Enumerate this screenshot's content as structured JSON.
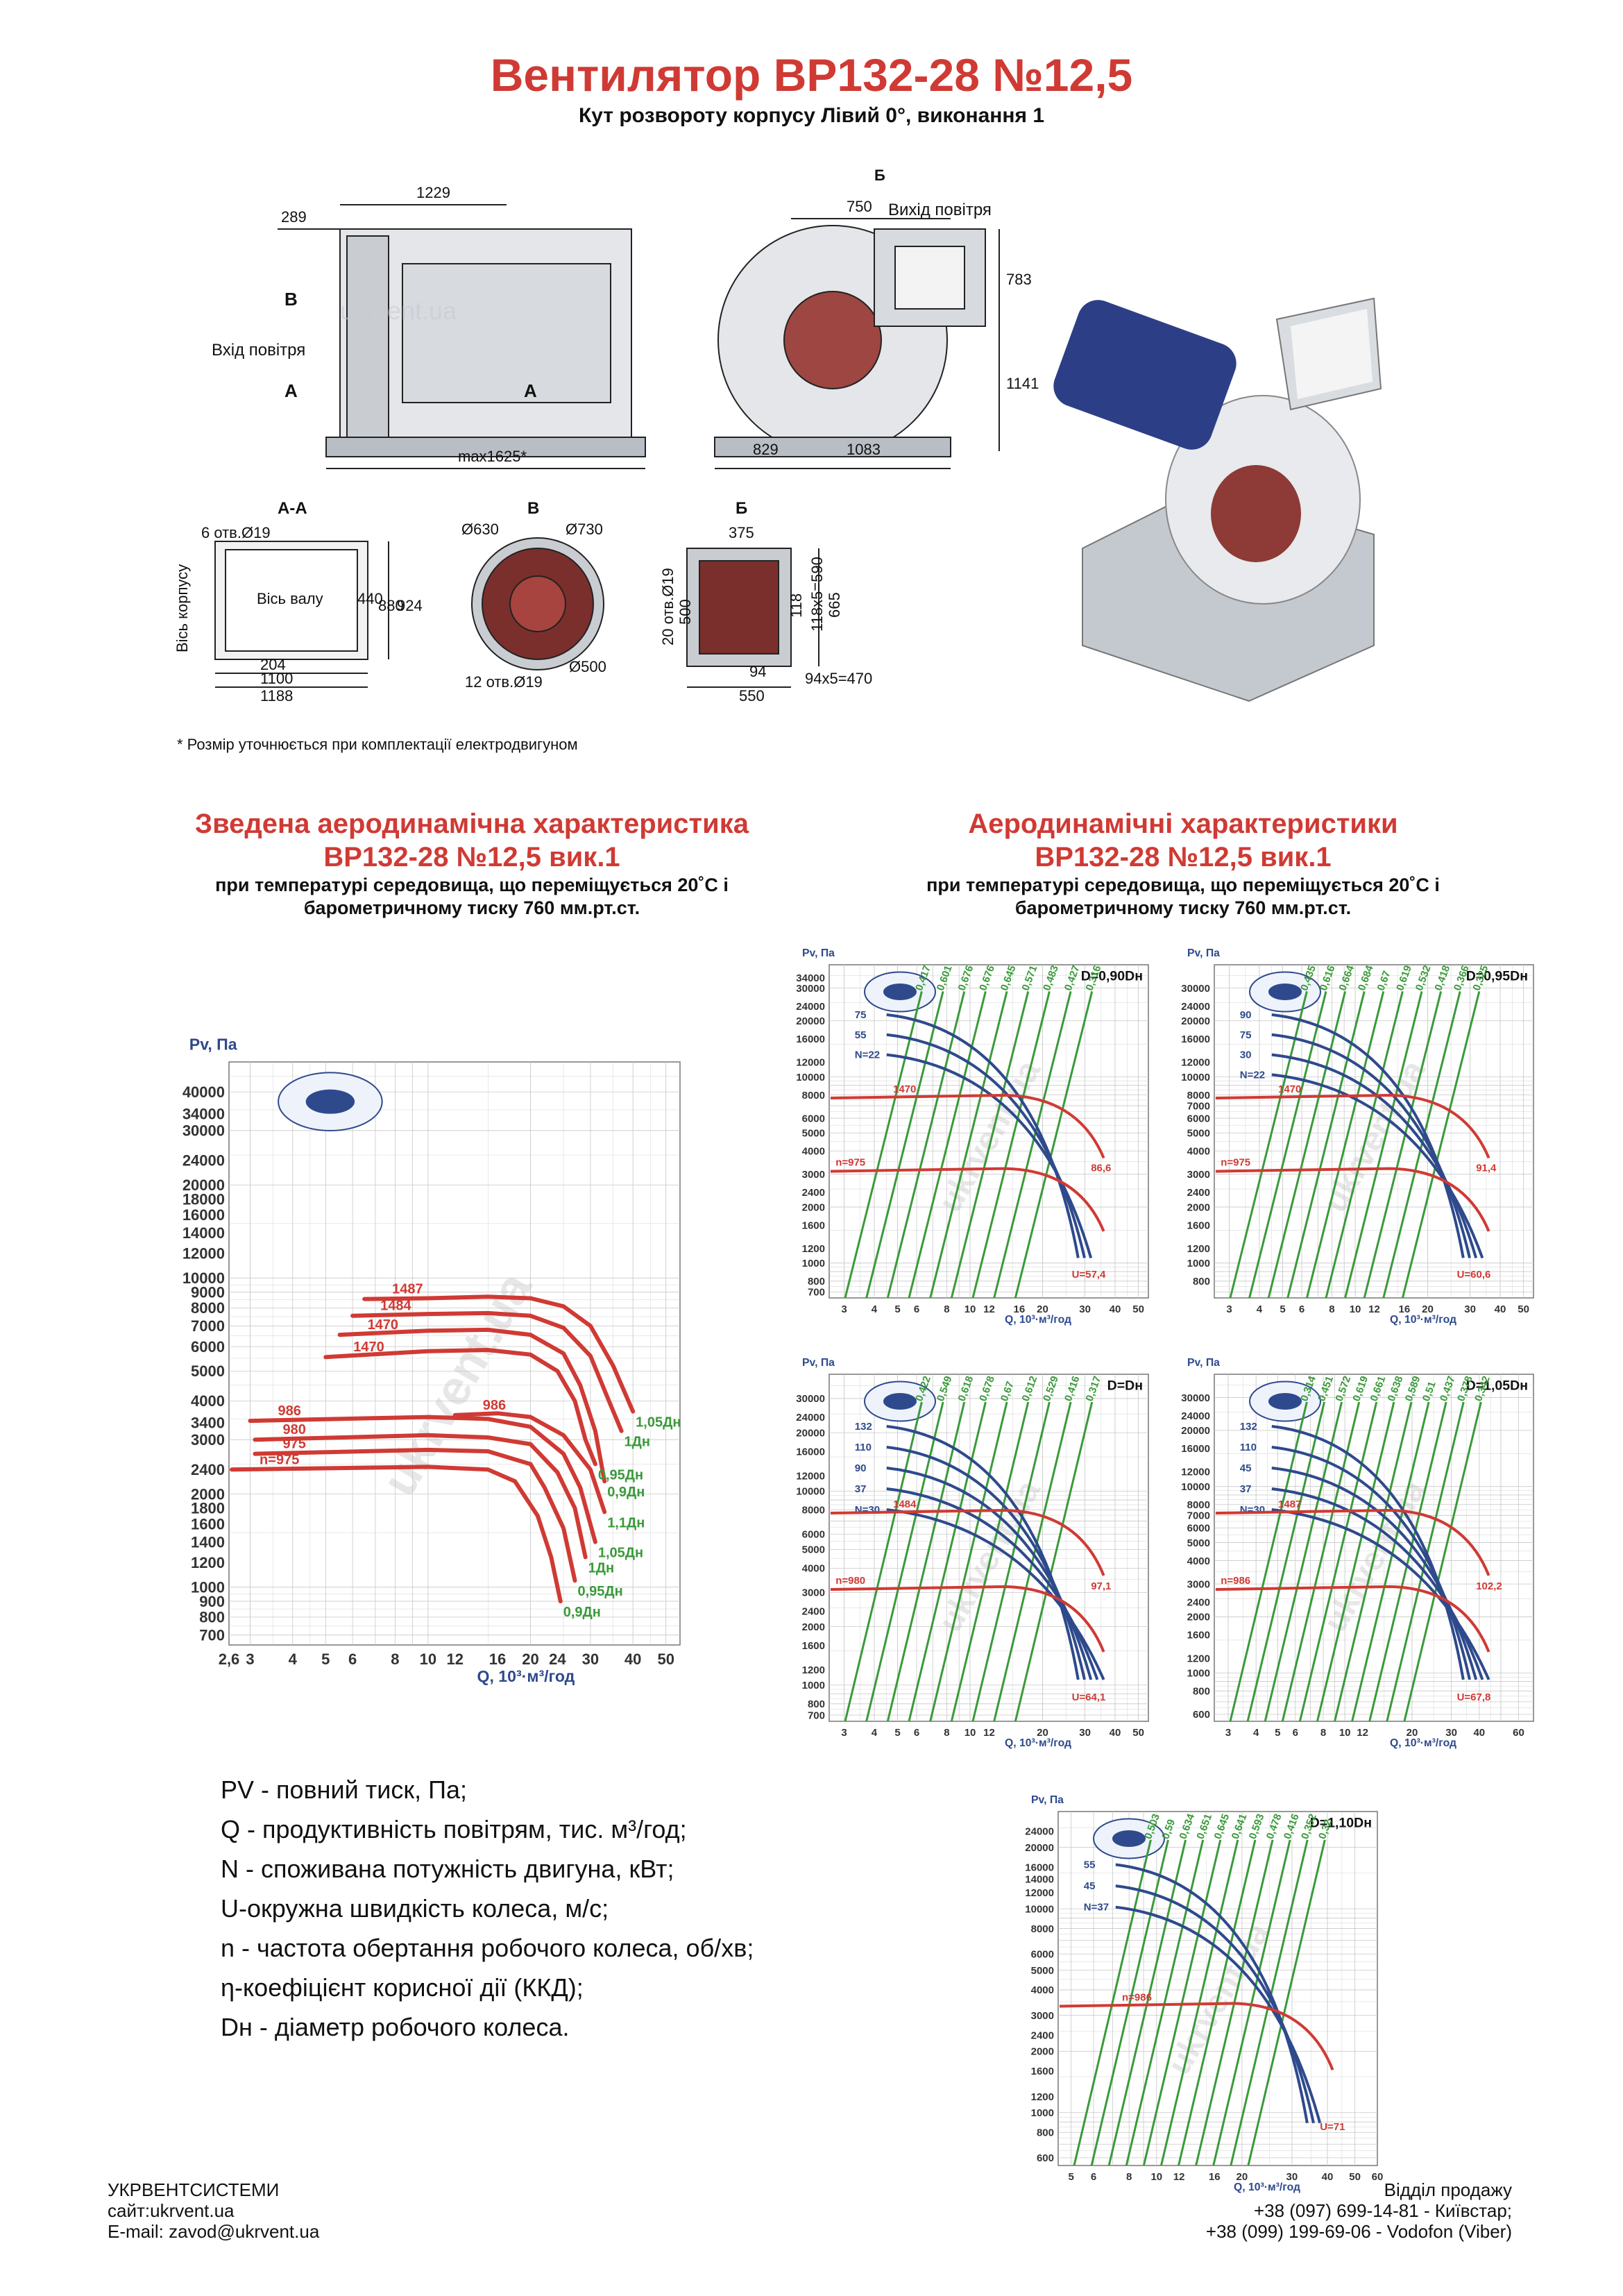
{
  "header": {
    "title": "Вентилятор ВР132-28 №12,5",
    "subtitle": "Кут розвороту корпусу Лівий 0°, виконання 1"
  },
  "drawing": {
    "dim_1229": "1229",
    "dim_289": "289",
    "dim_750": "750",
    "dim_783": "783",
    "dim_1141": "1141",
    "dim_829": "829",
    "dim_1083": "1083",
    "dim_max1625": "max1625*",
    "label_b_top": "Б",
    "label_air_out": "Вихід повітря",
    "label_v": "В",
    "label_air_in": "Вхід повітря",
    "label_a_left": "А",
    "label_a_right": "А",
    "section_aa": "А-А",
    "section_v": "В",
    "section_b": "Б",
    "holes_6": "6 отв.Ø19",
    "axis_body": "Вісь корпусу",
    "axis_shaft": "Вісь валу",
    "dim_440": "440",
    "dim_880": "880",
    "dim_924": "924",
    "dim_204": "204",
    "dim_1100": "1100",
    "dim_1188": "1188",
    "d630": "Ø630",
    "d730": "Ø730",
    "d500": "Ø500",
    "holes_12": "12 отв.Ø19",
    "holes_20": "20 отв.Ø19",
    "dim_375": "375",
    "dim_500": "500",
    "dim_118": "118",
    "dim_118x5": "118x5=590",
    "dim_665": "665",
    "dim_94": "94",
    "dim_94x5": "94x5=470",
    "dim_550": "550",
    "watermark": "ukrvent.ua",
    "note": "* Розмір уточнюється при комплектації електродвигуном"
  },
  "summary_chart": {
    "title_line1": "Зведена аеродинамічна характеристика",
    "title_line2": "ВР132-28 №12,5 вик.1",
    "cond_line1": "при температурі середовища, що переміщується 20˚С і",
    "cond_line2": "барометричному тиску 760 мм.рт.ст."
  },
  "detail_charts": {
    "title_line1": "Аеродинамічні характеристики",
    "title_line2": "ВР132-28 №12,5 вик.1",
    "cond_line1": "при температурі середовища, що переміщується 20˚С і",
    "cond_line2": "барометричному тиску 760 мм.рт.ст."
  },
  "legend": [
    {
      "sym": "PV",
      "text": " - повний тиск, Па;"
    },
    {
      "sym": "Q",
      "text": " - продуктивність повітрям, тис. м³/год;"
    },
    {
      "sym": "N",
      "text": " - споживана потужність двигуна, кВт;"
    },
    {
      "sym": "U",
      "text": "-окружна швидкість колеса, м/с;"
    },
    {
      "sym": "n",
      "text": " - частота обертання робочого колеса, об/хв;"
    },
    {
      "sym": "η",
      "text": "-коефіцієнт корисної дії (ККД);"
    },
    {
      "sym": "Dн",
      "text": " - діаметр робочого колеса."
    }
  ],
  "footer": {
    "company": "УКРВЕНТСИСТЕМИ",
    "site": "сайт:ukrvent.ua",
    "email": "E-mail: zavod@ukrvent.ua",
    "sales": "Відділ продажу",
    "phone1": "+38 (097) 699-14-81 - Київстар;",
    "phone2": "+38 (099) 199-69-06 - Vodofon (Viber)"
  },
  "colors": {
    "red": "#d03a34",
    "blue": "#2e4a8c",
    "green": "#3a9a3a",
    "grid": "#c8c8c8"
  },
  "chart_data": [
    {
      "type": "line",
      "id": "summary",
      "title": "",
      "ylabel": "Pv, Па",
      "xlabel": "Q, 10³·м³/год",
      "xscale": "log",
      "yscale": "log",
      "xlim": [
        2.6,
        55
      ],
      "ylim": [
        650,
        50000
      ],
      "x_ticks": [
        2.6,
        3,
        4,
        5,
        6,
        8,
        10,
        12,
        16,
        20,
        24,
        30,
        40,
        50
      ],
      "y_ticks": [
        700,
        800,
        900,
        1000,
        1200,
        1400,
        1600,
        1800,
        2000,
        2400,
        3000,
        3400,
        4000,
        5000,
        6000,
        7000,
        8000,
        9000,
        10000,
        12000,
        14000,
        16000,
        18000,
        20000,
        24000,
        30000,
        34000,
        40000
      ],
      "series": [
        {
          "name": "1487",
          "end_label": "1,05Дн",
          "points": [
            [
              6.5,
              8550
            ],
            [
              10,
              8600
            ],
            [
              15,
              8700
            ],
            [
              20,
              8600
            ],
            [
              25,
              8100
            ],
            [
              30,
              7000
            ],
            [
              35,
              5200
            ],
            [
              40,
              3700
            ]
          ]
        },
        {
          "name": "1484",
          "end_label": "1Дн",
          "points": [
            [
              6.0,
              7550
            ],
            [
              10,
              7650
            ],
            [
              15,
              7700
            ],
            [
              20,
              7550
            ],
            [
              25,
              6900
            ],
            [
              30,
              5600
            ],
            [
              34,
              4000
            ],
            [
              37,
              3200
            ]
          ]
        },
        {
          "name": "1470",
          "end_label": "0,9Дн",
          "points": [
            [
              5.5,
              6550
            ],
            [
              10,
              6750
            ],
            [
              15,
              6800
            ],
            [
              20,
              6550
            ],
            [
              25,
              5700
            ],
            [
              28,
              4500
            ],
            [
              31,
              3200
            ],
            [
              33,
              2200
            ]
          ]
        },
        {
          "name": "1470",
          "end_label": "0,95Дн",
          "points": [
            [
              5.0,
              5550
            ],
            [
              10,
              5800
            ],
            [
              15,
              5850
            ],
            [
              20,
              5650
            ],
            [
              24,
              5000
            ],
            [
              27,
              4000
            ],
            [
              29,
              3000
            ],
            [
              31,
              2500
            ]
          ]
        },
        {
          "name": "986",
          "end_label": "1,1Дн",
          "points": [
            [
              12,
              3600
            ],
            [
              16,
              3650
            ],
            [
              20,
              3550
            ],
            [
              25,
              3100
            ],
            [
              30,
              2400
            ],
            [
              33,
              1750
            ]
          ]
        },
        {
          "name": "986",
          "end_label": "1,05Дн",
          "points": [
            [
              3.0,
              3450
            ],
            [
              10,
              3550
            ],
            [
              15,
              3500
            ],
            [
              20,
              3300
            ],
            [
              25,
              2700
            ],
            [
              28,
              2100
            ],
            [
              31,
              1400
            ]
          ]
        },
        {
          "name": "980",
          "end_label": "1Дн",
          "points": [
            [
              3.1,
              3000
            ],
            [
              10,
              3100
            ],
            [
              15,
              3050
            ],
            [
              20,
              2900
            ],
            [
              24,
              2350
            ],
            [
              27,
              1800
            ],
            [
              29,
              1250
            ]
          ]
        },
        {
          "name": "975",
          "end_label": "0,95Дн",
          "points": [
            [
              3.1,
              2700
            ],
            [
              10,
              2780
            ],
            [
              15,
              2750
            ],
            [
              20,
              2500
            ],
            [
              22,
              2100
            ],
            [
              25,
              1550
            ],
            [
              27,
              1050
            ]
          ]
        },
        {
          "name": "n=975",
          "end_label": "0,9Дн",
          "points": [
            [
              2.65,
              2400
            ],
            [
              10,
              2450
            ],
            [
              15,
              2400
            ],
            [
              18,
              2200
            ],
            [
              21,
              1700
            ],
            [
              23,
              1250
            ],
            [
              24.5,
              900
            ]
          ]
        }
      ]
    },
    {
      "type": "line",
      "id": "d090",
      "title": "D=0,90Dн",
      "ylabel": "Pv, Па",
      "xlabel": "Q, 10³·м³/год",
      "xscale": "log",
      "yscale": "log",
      "xlim": [
        2.6,
        55
      ],
      "ylim": [
        650,
        40000
      ],
      "x_ticks": [
        3,
        4,
        5,
        6,
        8,
        10,
        12,
        16,
        20,
        30,
        40,
        50
      ],
      "y_ticks": [
        700,
        800,
        1000,
        1200,
        1600,
        2000,
        2400,
        3000,
        4000,
        5000,
        6000,
        8000,
        10000,
        12000,
        16000,
        20000,
        24000,
        30000,
        34000
      ],
      "power": [
        {
          "name": "75"
        },
        {
          "name": "55"
        },
        {
          "name": "N=22"
        }
      ],
      "speed": [
        {
          "name": "1470"
        },
        {
          "name": "n=975"
        }
      ],
      "efficiency": [
        "0,417",
        "0,601",
        "0,676",
        "0,676",
        "0,645",
        "0,571",
        "0,483",
        "0,427",
        "0,316"
      ],
      "u_labels": [
        "86,6",
        "U=57,4"
      ]
    },
    {
      "type": "line",
      "id": "d095",
      "title": "D=0,95Dн",
      "ylabel": "Pv, Па",
      "xlabel": "Q, 10³·м³/год",
      "xscale": "log",
      "yscale": "log",
      "xlim": [
        2.6,
        55
      ],
      "ylim": [
        650,
        40000
      ],
      "x_ticks": [
        3,
        4,
        5,
        6,
        8,
        10,
        12,
        16,
        20,
        30,
        40,
        50
      ],
      "y_ticks": [
        800,
        1000,
        1200,
        1600,
        2000,
        2400,
        3000,
        4000,
        5000,
        6000,
        7000,
        8000,
        10000,
        12000,
        16000,
        20000,
        24000,
        30000
      ],
      "power": [
        {
          "name": "90"
        },
        {
          "name": "75"
        },
        {
          "name": "30"
        },
        {
          "name": "N=22"
        }
      ],
      "speed": [
        {
          "name": "1470"
        },
        {
          "name": "n=975"
        }
      ],
      "efficiency": [
        "0,435",
        "0,616",
        "0,664",
        "0,684",
        "0,67",
        "0,619",
        "0,532",
        "0,418",
        "0,366",
        "0,325"
      ],
      "u_labels": [
        "91,4",
        "U=60,6"
      ]
    },
    {
      "type": "line",
      "id": "d100",
      "title": "D=Dн",
      "ylabel": "Pv, Па",
      "xlabel": "Q, 10³·м³/год",
      "xscale": "log",
      "yscale": "log",
      "xlim": [
        2.6,
        55
      ],
      "ylim": [
        650,
        40000
      ],
      "x_ticks": [
        3,
        4,
        5,
        6,
        8,
        10,
        12,
        20,
        30,
        40,
        50
      ],
      "y_ticks": [
        700,
        800,
        1000,
        1200,
        1600,
        2000,
        2400,
        3000,
        4000,
        5000,
        6000,
        8000,
        10000,
        12000,
        16000,
        20000,
        24000,
        30000
      ],
      "power": [
        {
          "name": "132"
        },
        {
          "name": "110"
        },
        {
          "name": "90"
        },
        {
          "name": "37"
        },
        {
          "name": "N=30"
        }
      ],
      "speed": [
        {
          "name": "1484"
        },
        {
          "name": "n=980"
        }
      ],
      "efficiency": [
        "0,422",
        "0,549",
        "0,618",
        "0,678",
        "0,67",
        "0,612",
        "0,529",
        "0,416",
        "0,317"
      ],
      "u_labels": [
        "97,1",
        "U=64,1"
      ]
    },
    {
      "type": "line",
      "id": "d105",
      "title": "D=1,05Dн",
      "ylabel": "Pv, Па",
      "xlabel": "Q, 10³·м³/год",
      "xscale": "log",
      "yscale": "log",
      "xlim": [
        2.6,
        70
      ],
      "ylim": [
        550,
        40000
      ],
      "x_ticks": [
        3,
        4,
        5,
        6,
        8,
        10,
        12,
        20,
        30,
        40,
        60
      ],
      "y_ticks": [
        600,
        800,
        1000,
        1200,
        1600,
        2000,
        2400,
        3000,
        4000,
        5000,
        6000,
        7000,
        8000,
        10000,
        12000,
        16000,
        20000,
        24000,
        30000
      ],
      "power": [
        {
          "name": "132"
        },
        {
          "name": "110"
        },
        {
          "name": "45"
        },
        {
          "name": "37"
        },
        {
          "name": "N=30"
        }
      ],
      "speed": [
        {
          "name": "1487"
        },
        {
          "name": "n=986"
        }
      ],
      "efficiency": [
        "0,314",
        "0,451",
        "0,572",
        "0,619",
        "0,661",
        "0,638",
        "0,589",
        "0,51",
        "0,437",
        "0,378",
        "0,342"
      ],
      "u_labels": [
        "102,2",
        "U=67,8"
      ]
    },
    {
      "type": "line",
      "id": "d110",
      "title": "D=1,10Dн",
      "ylabel": "Pv, Па",
      "xlabel": "Q, 10³·м³/год",
      "xscale": "log",
      "yscale": "log",
      "xlim": [
        4.5,
        60
      ],
      "ylim": [
        550,
        30000
      ],
      "x_ticks": [
        5,
        6,
        8,
        10,
        12,
        16,
        20,
        30,
        40,
        50,
        60
      ],
      "y_ticks": [
        600,
        800,
        1000,
        1200,
        1600,
        2000,
        2400,
        3000,
        4000,
        5000,
        6000,
        8000,
        10000,
        12000,
        14000,
        16000,
        20000,
        24000
      ],
      "power": [
        {
          "name": "55"
        },
        {
          "name": "45"
        },
        {
          "name": "N=37"
        }
      ],
      "speed": [
        {
          "name": "n=986"
        }
      ],
      "efficiency": [
        "0,503",
        "0,59",
        "0,634",
        "0,651",
        "0,645",
        "0,641",
        "0,593",
        "0,478",
        "0,416",
        "0,352",
        "0,32"
      ],
      "u_labels": [
        "U=71"
      ]
    }
  ]
}
